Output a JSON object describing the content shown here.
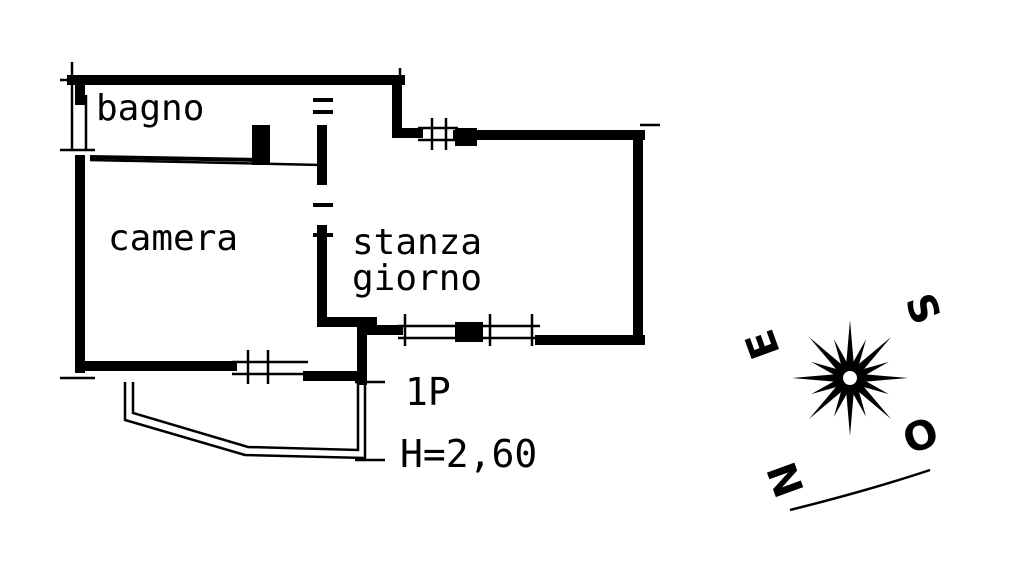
{
  "rooms": {
    "bathroom": "bagno",
    "bedroom": "camera",
    "living_line1": "stanza",
    "living_line2": "giorno"
  },
  "floor": {
    "level": "1P",
    "height": "H=2,60"
  },
  "compass": {
    "south": "S",
    "east": "E",
    "west": "O",
    "north": "N"
  }
}
